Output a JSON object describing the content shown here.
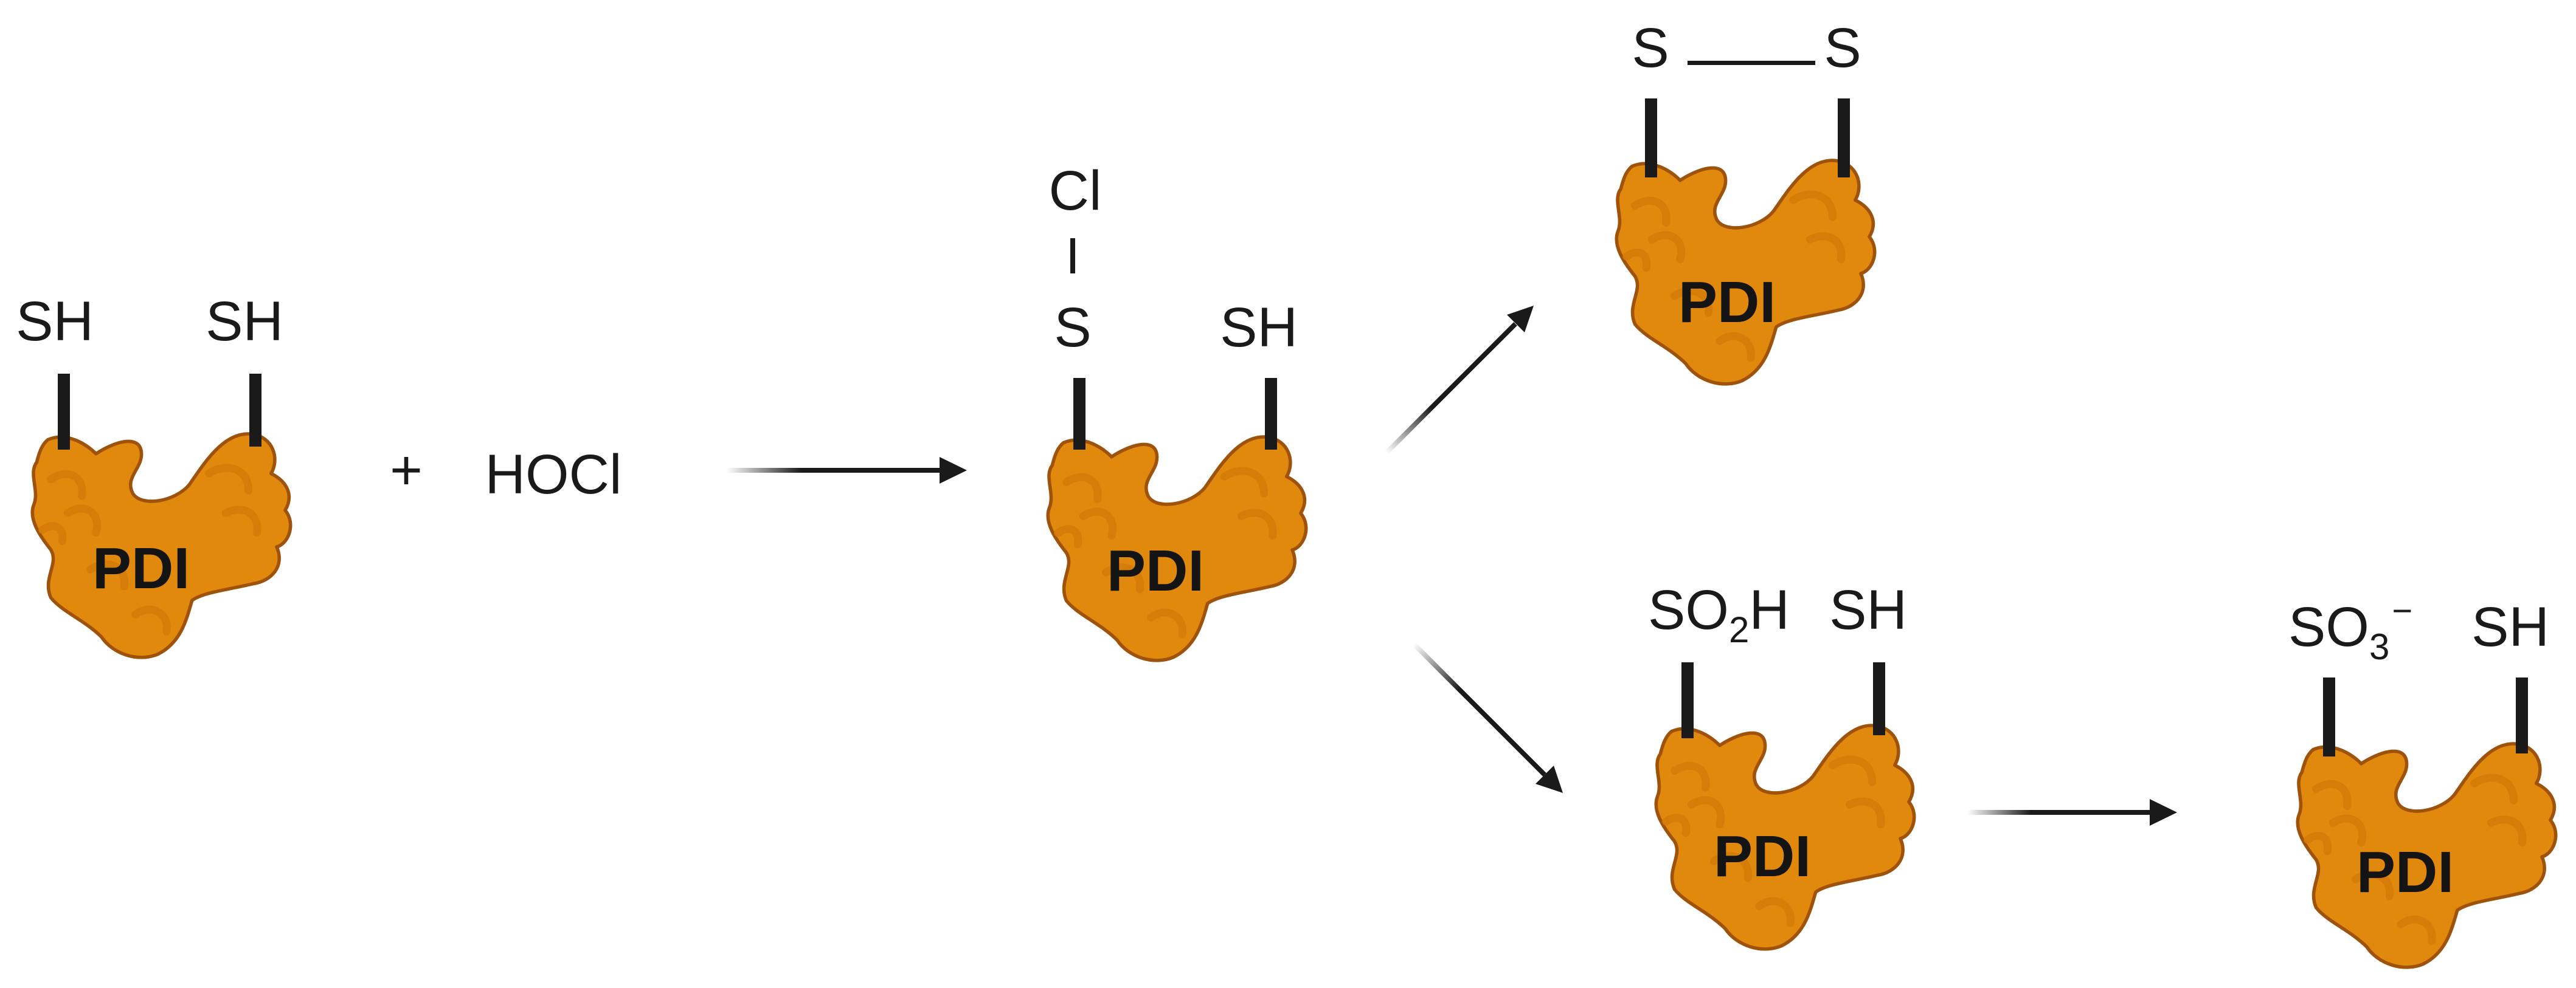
{
  "protein_label": "PDI",
  "colors": {
    "protein_fill": "#E1890C",
    "protein_outline": "#9E520A",
    "protein_lobe": "#D37C08",
    "ink": "#1a1a1a"
  },
  "reactant": {
    "plus": "+",
    "oxidant": "HOCl"
  },
  "pdi_reduced": {
    "left_group": "SH",
    "right_group": "SH"
  },
  "pdi_chlorinated": {
    "chlorine": "Cl",
    "left_group": "S",
    "right_group": "SH"
  },
  "pdi_disulfide": {
    "left_group": "S",
    "right_group": "S"
  },
  "pdi_sulfinic": {
    "left_base": "SO",
    "left_sub": "2",
    "left_tail": "H",
    "right_group": "SH"
  },
  "pdi_sulfonate": {
    "left_base": "SO",
    "left_sub": "3",
    "left_sup": "−",
    "right_group": "SH"
  }
}
